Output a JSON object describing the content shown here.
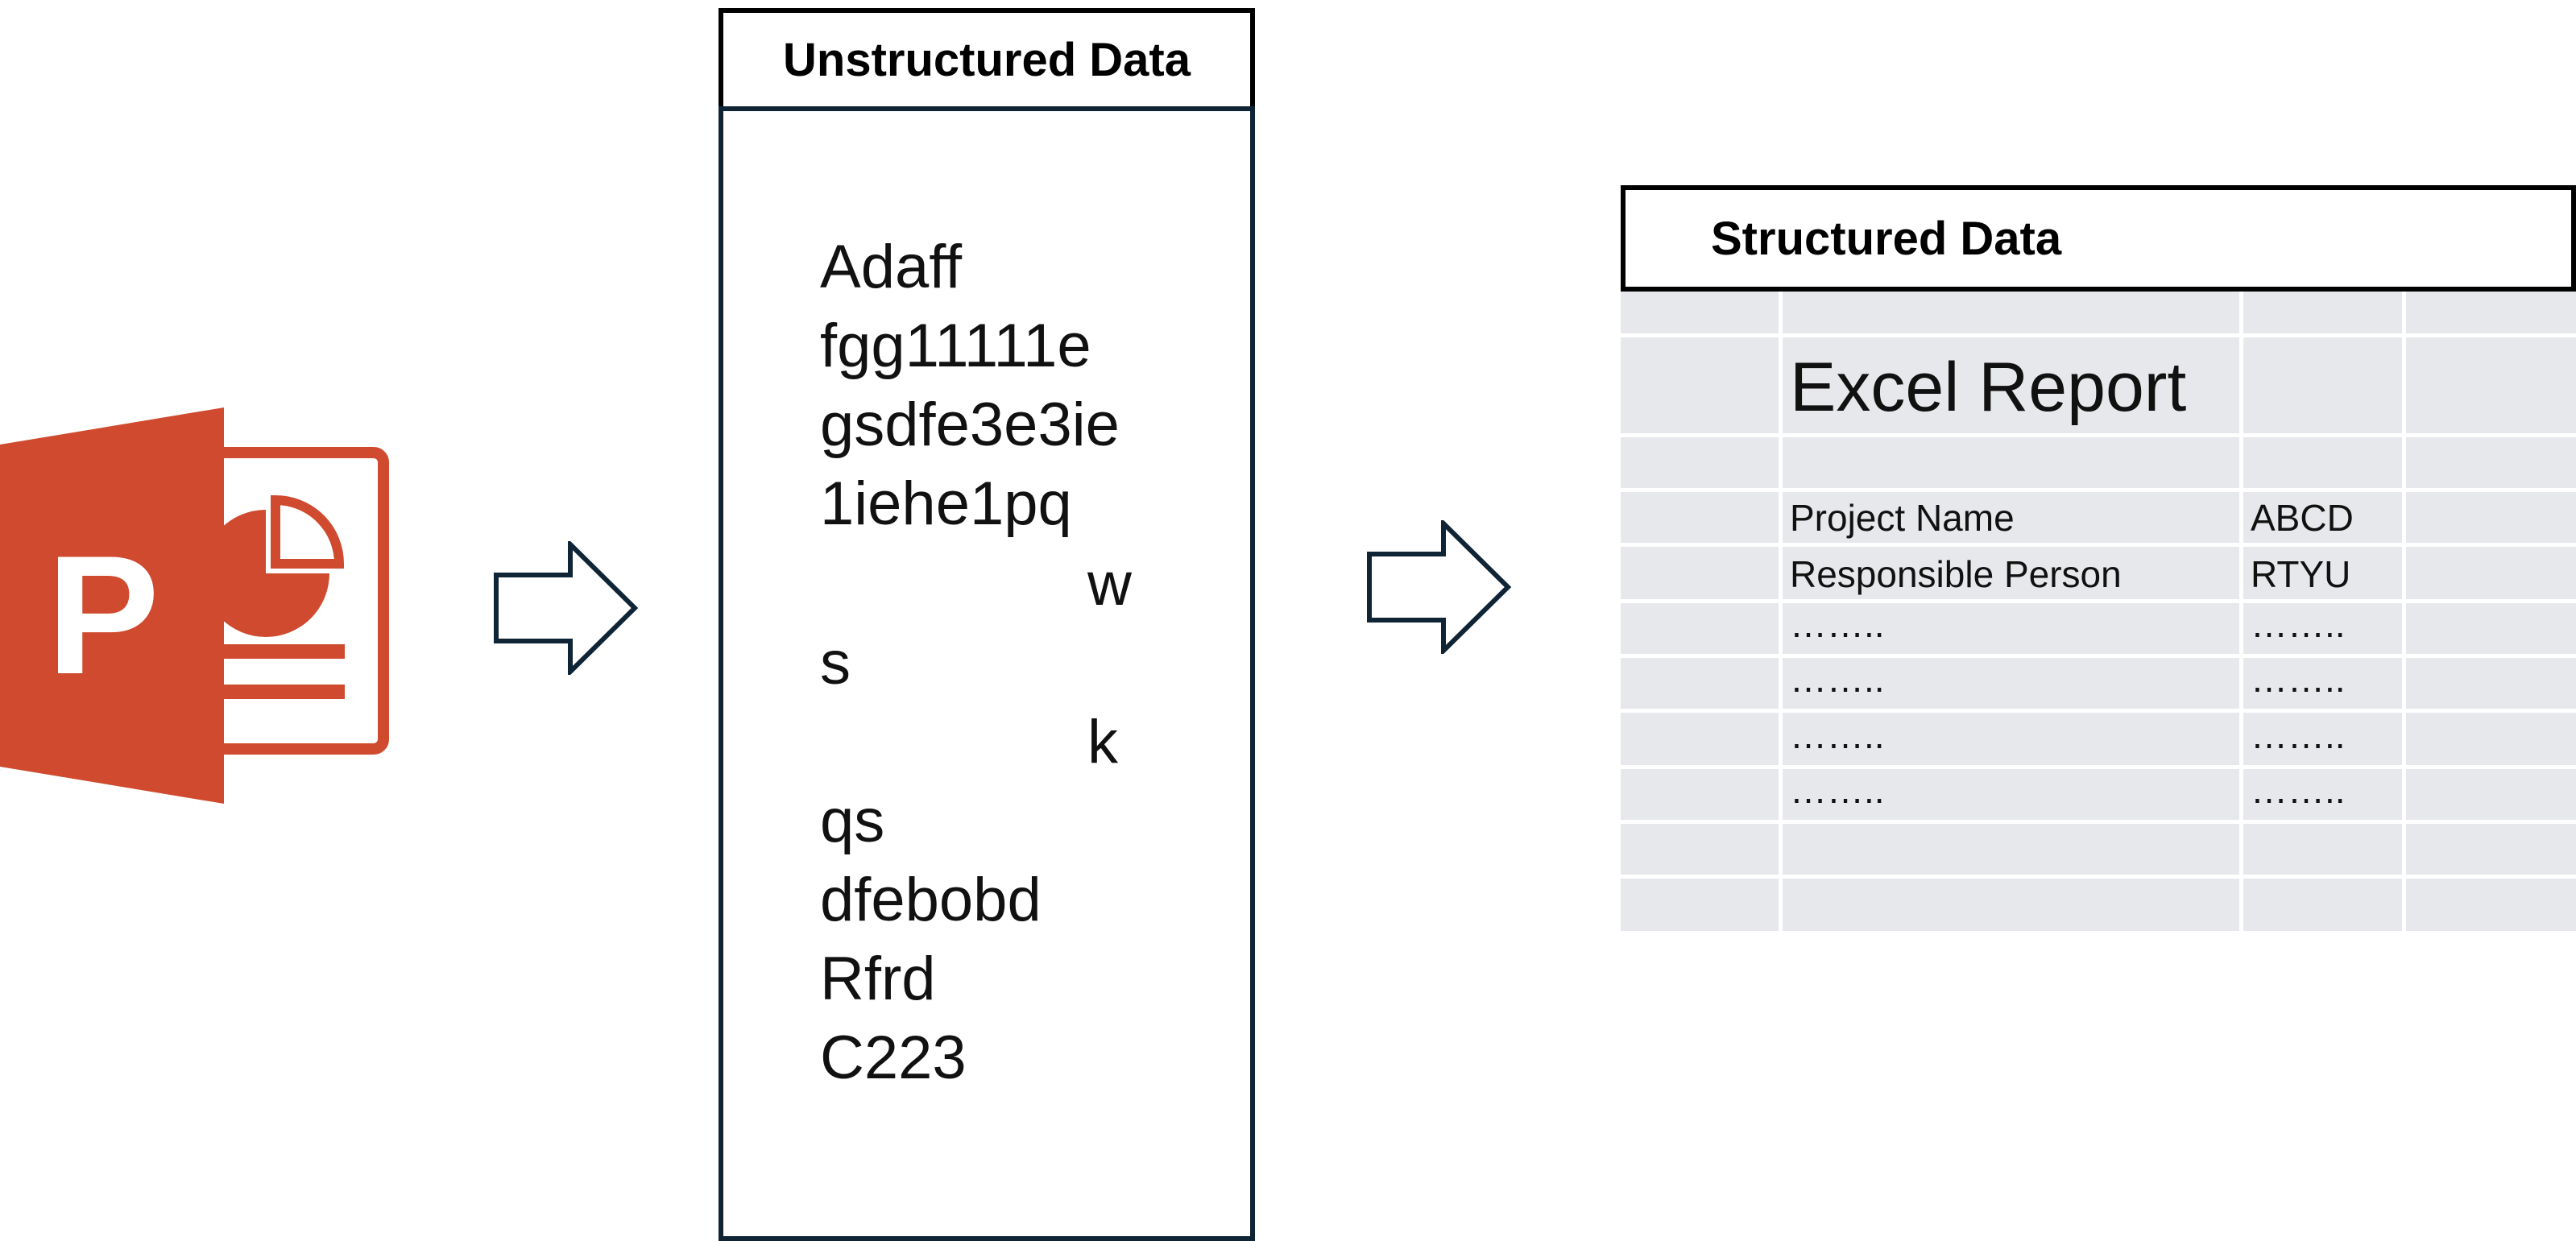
{
  "source_icon": {
    "name": "powerpoint-icon",
    "letter": "P",
    "color": "#d04a2f"
  },
  "arrows": {
    "color": "#0f2435"
  },
  "unstructured": {
    "title": "Unstructured Data",
    "lines": [
      "Adaff",
      "fgg11111e",
      "gsdfe3e3ie",
      "1iehe1pq",
      "w",
      "s",
      "k",
      "qs",
      "dfebobd",
      "Rfrd",
      "C223"
    ]
  },
  "structured": {
    "title": "Structured Data",
    "sheet_color": "#e6e8eb",
    "report_title": "Excel Report",
    "rows": [
      {
        "label": "Project Name",
        "value": "ABCD"
      },
      {
        "label": "Responsible Person",
        "value": "RTYU"
      },
      {
        "label": "……..",
        "value": "……..",
        "alt": "........"
      },
      {
        "label": "……..",
        "value": "…….."
      },
      {
        "label": "……..",
        "value": "…….."
      },
      {
        "label": "……..",
        "value": "…….."
      }
    ]
  }
}
